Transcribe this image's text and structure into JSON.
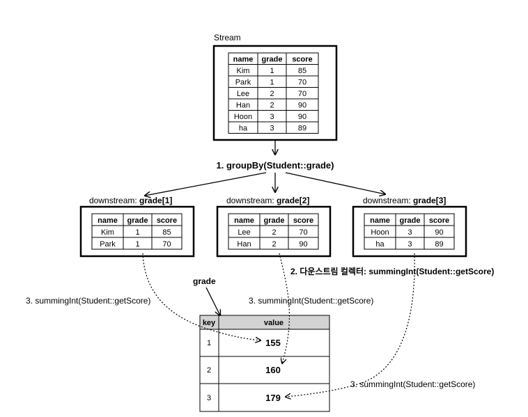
{
  "stream": {
    "title": "Stream",
    "headers": [
      "name",
      "grade",
      "score"
    ],
    "rows": [
      [
        "Kim",
        "1",
        "85"
      ],
      [
        "Park",
        "1",
        "70"
      ],
      [
        "Lee",
        "2",
        "70"
      ],
      [
        "Han",
        "2",
        "90"
      ],
      [
        "Hoon",
        "3",
        "90"
      ],
      [
        "ha",
        "3",
        "89"
      ]
    ]
  },
  "group_label": "1. groupBy(Student::grade)",
  "downstreams": [
    {
      "prefix": "downstream: ",
      "grade": "grade[1]",
      "headers": [
        "name",
        "grade",
        "score"
      ],
      "rows": [
        [
          "Kim",
          "1",
          "85"
        ],
        [
          "Park",
          "1",
          "70"
        ]
      ]
    },
    {
      "prefix": "downstream: ",
      "grade": "grade[2]",
      "headers": [
        "name",
        "grade",
        "score"
      ],
      "rows": [
        [
          "Lee",
          "2",
          "70"
        ],
        [
          "Han",
          "2",
          "90"
        ]
      ]
    },
    {
      "prefix": "downstream: ",
      "grade": "grade[3]",
      "headers": [
        "name",
        "grade",
        "score"
      ],
      "rows": [
        [
          "Hoon",
          "3",
          "90"
        ],
        [
          "ha",
          "3",
          "89"
        ]
      ]
    }
  ],
  "collector_label": "2. 다운스트림 컬렉터: summingInt(Student::getScore)",
  "summing_labels": [
    "3. summingInt(Student::getScore)",
    "3. summingInt(Student::getScore)",
    "3. summingInt(Student::getScore)"
  ],
  "grade_label": "grade",
  "result": {
    "headers": [
      "key",
      "value"
    ],
    "rows": [
      {
        "key": "1",
        "value": "155"
      },
      {
        "key": "2",
        "value": "160"
      },
      {
        "key": "3",
        "value": "179"
      }
    ]
  }
}
